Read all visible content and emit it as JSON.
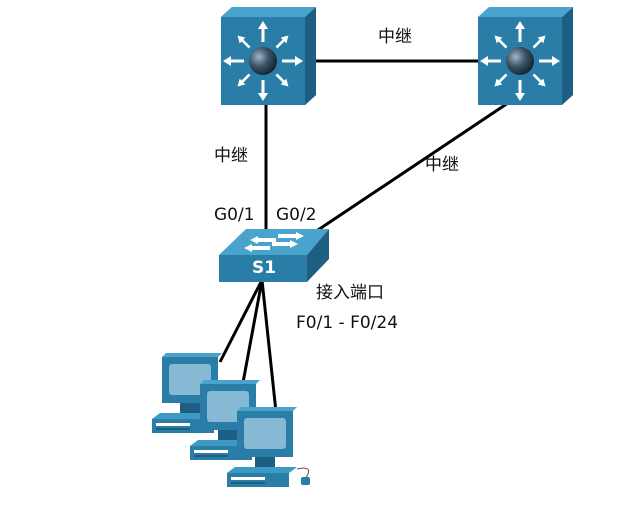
{
  "links": {
    "top_trunk": "中继",
    "left_trunk": "中继",
    "right_trunk": "中继"
  },
  "switch": {
    "name": "S1",
    "port_left": "G0/1",
    "port_right": "G0/2",
    "access_label": "接入端口",
    "access_range": "F0/1 - F0/24"
  },
  "colors": {
    "device_blue": "#2a7da6",
    "device_dark": "#1d5f82",
    "device_light": "#3d9ac4",
    "link": "#000000"
  },
  "icons": {
    "left_multilayer_switch": "multilayer-switch-icon",
    "right_multilayer_switch": "multilayer-switch-icon",
    "access_switch": "workgroup-switch-icon",
    "pcs": "pc-icon"
  }
}
